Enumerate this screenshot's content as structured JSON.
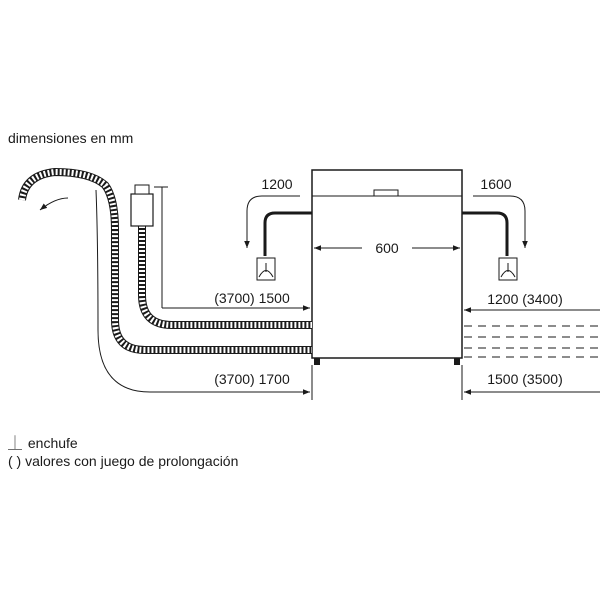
{
  "title": "dimensiones en mm",
  "dimensions": {
    "width": "600",
    "left_top": "1200",
    "right_top": "1600",
    "left_upper": "(3700) 1500",
    "left_lower": "(3700) 1700",
    "right_upper": "1200 (3400)",
    "right_lower": "1500 (3500)"
  },
  "legend": {
    "plug_symbol": "⏊",
    "plug_label": "enchufe",
    "paren_symbol": "( )",
    "paren_label": "valores con juego de prolongación"
  },
  "colors": {
    "line": "#1a1a1a",
    "background": "#ffffff"
  }
}
